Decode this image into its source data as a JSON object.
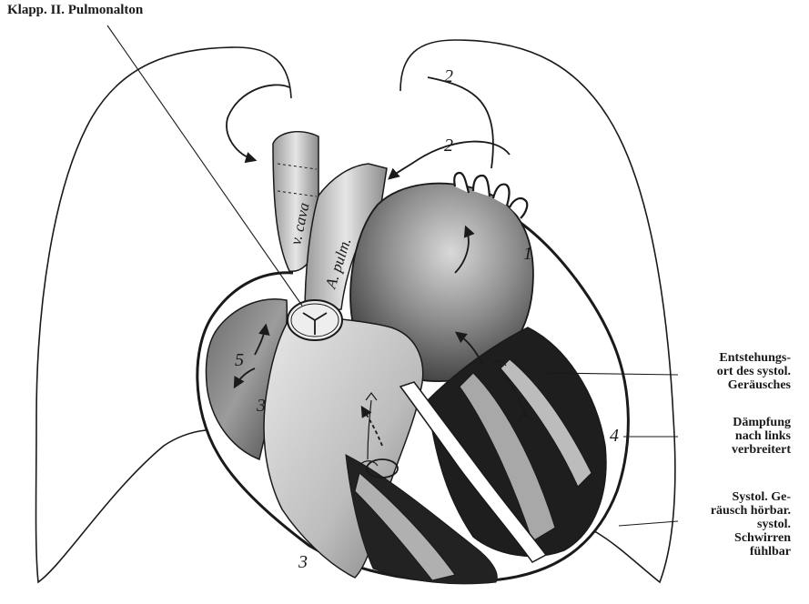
{
  "labels": {
    "top_left": "Klapp. II. Pulmonalton",
    "entstehung": [
      "Entstehungs-",
      "ort des systol.",
      "Geräusches"
    ],
    "daempfung": [
      "Dämpfung",
      "nach links",
      "verbreitert"
    ],
    "systol": [
      "Systol. Ge-",
      "räusch hörbar.",
      "systol.",
      "Schwirren",
      "fühlbar"
    ]
  },
  "vessels": {
    "vena_cava": "v. cava",
    "a_pulm": "A. pulm."
  },
  "numbers": {
    "n1": "1",
    "n2a": "2",
    "n2b": "2",
    "n3a": "3",
    "n3b": "3",
    "n4": "4",
    "n5": "5"
  }
}
